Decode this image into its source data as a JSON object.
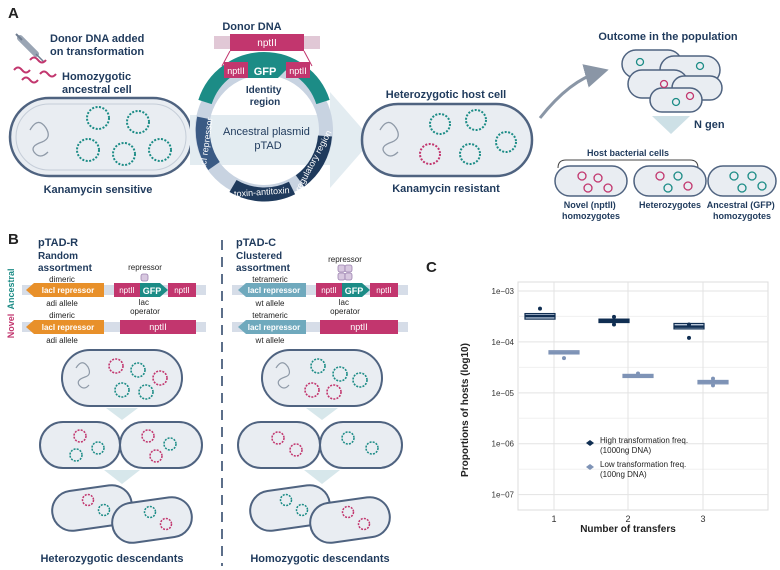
{
  "panels": {
    "a": {
      "letter": "A",
      "donor_added": [
        "Donor DNA added",
        "on transformation"
      ],
      "homo_ancestral": [
        "Homozygotic",
        "ancestral cell"
      ],
      "kan_sensitive": "Kanamycin sensitive",
      "donor_dna": "Donor DNA",
      "nptII": "nptII",
      "gfp": "GFP",
      "identity_region": [
        "Identity",
        "region"
      ],
      "plasmid_name": [
        "Ancestral plasmid",
        "pTAD"
      ],
      "laci_repressor": "lacI repressor",
      "toxin_antitoxin": "toxin-antitoxin",
      "regulatory_region": "regulatory region",
      "hetero_host": "Heterozygotic host cell",
      "kan_resistant": "Kanamycin resistant",
      "outcome": "Outcome in the population",
      "n_gen": "N gen",
      "host_cells": "Host bacterial cells",
      "novel_homo": [
        "Novel (nptII)",
        "homozygotes"
      ],
      "heterozygotes": "Heterozygotes",
      "ancestral_homo": [
        "Ancestral (GFP)",
        "homozygotes"
      ]
    },
    "b": {
      "letter": "B",
      "ptad_r": "pTAD-R",
      "random": [
        "Random",
        "assortment"
      ],
      "ptad_c": "pTAD-C",
      "clustered": [
        "Clustered",
        "assortment"
      ],
      "ancestral": "Ancestral",
      "novel": "Novel",
      "dimeric": "dimeric",
      "tetrameric": "tetrameric",
      "laci_repressor": "lacI repressor",
      "adi_allele": "adi allele",
      "wt_allele": "wt allele",
      "repressor": "repressor",
      "lac_operator": [
        "lac",
        "operator"
      ],
      "nptII": "nptII",
      "gfp": "GFP",
      "hetero_desc": "Heterozygotic descendants",
      "homo_desc": "Homozygotic descendants"
    }
  },
  "colors": {
    "navy": "#1f3a5c",
    "magenta": "#c2366e",
    "teal": "#1c8c86",
    "orange": "#e8902a",
    "lacI_blue": "#6fa9bd",
    "lavender": "#d8c8e0",
    "cell_fill": "#e9edf2",
    "high_freq": "#102e52",
    "low_freq": "#7e93b6"
  },
  "chart_data": {
    "type": "box",
    "panel_letter": "C",
    "x": [
      1,
      2,
      3
    ],
    "xlabel": "Number of transfers",
    "ylabel": "Proportions of hosts (log10)",
    "yscale": "log",
    "ylim": [
      5e-08,
      0.0015
    ],
    "ytick_values": [
      1e-07,
      1e-06,
      1e-05,
      0.0001,
      0.001
    ],
    "ytick_labels": [
      "1e−07",
      "1e−06",
      "1e−05",
      "1e−04",
      "1e−03"
    ],
    "xtick_labels": [
      "1",
      "2",
      "3"
    ],
    "grid": true,
    "legend_position": "lower-center",
    "series": [
      {
        "name": "High transformation freq. (1000ng DNA)",
        "legend_lines": [
          "High transformation freq.",
          "(1000ng DNA)"
        ],
        "color": "#102e52",
        "boxes": [
          {
            "x": 1,
            "low": 0.00028,
            "median": 0.00032,
            "high": 0.00036
          },
          {
            "x": 2,
            "low": 0.00024,
            "median": 0.00026,
            "high": 0.00028
          },
          {
            "x": 3,
            "low": 0.00018,
            "median": 0.0002,
            "high": 0.00023
          }
        ],
        "points": [
          [
            1,
            0.00045
          ],
          [
            2,
            0.00031
          ],
          [
            2,
            0.00022
          ],
          [
            3,
            0.00012
          ],
          [
            3,
            0.00022
          ]
        ]
      },
      {
        "name": "Low transformation freq. (100ng DNA)",
        "legend_lines": [
          "Low transformation freq.",
          "(100ng DNA)"
        ],
        "color": "#7e93b6",
        "boxes": [
          {
            "x": 1,
            "low": 5.8e-05,
            "median": 6.2e-05,
            "high": 6.7e-05
          },
          {
            "x": 2,
            "low": 2e-05,
            "median": 2.15e-05,
            "high": 2.3e-05
          },
          {
            "x": 3,
            "low": 1.5e-05,
            "median": 1.62e-05,
            "high": 1.75e-05
          }
        ],
        "points": [
          [
            1,
            4.8e-05
          ],
          [
            2,
            2.4e-05
          ],
          [
            3,
            1.4e-05
          ],
          [
            3,
            1.9e-05
          ]
        ]
      }
    ]
  }
}
